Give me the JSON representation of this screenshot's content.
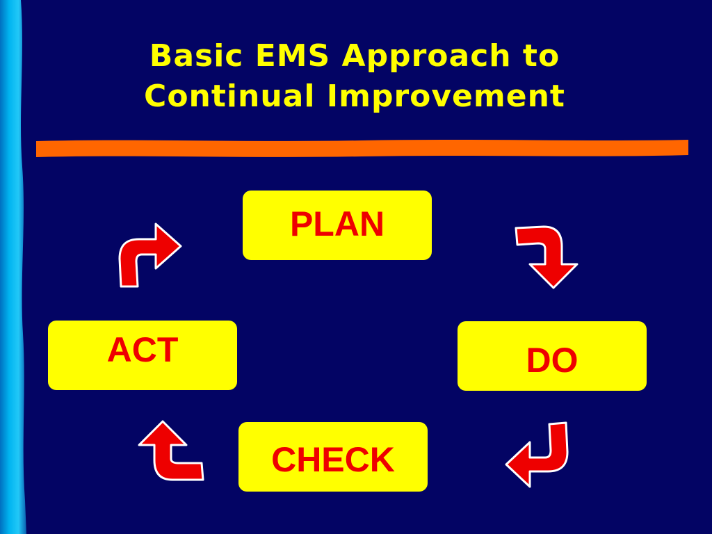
{
  "title": {
    "line1": "Basic EMS Approach to",
    "line2": "Continual Improvement"
  },
  "colors": {
    "background": "#030464",
    "title": "#FFFF00",
    "box_fill": "#FFFF00",
    "box_text": "#EE0000",
    "arrow": "#EE0000",
    "rule": "#FF6600",
    "side_band": "#00A0E0"
  },
  "cycle": {
    "plan": "PLAN",
    "do": "DO",
    "check": "CHECK",
    "act": "ACT"
  },
  "arrows": [
    {
      "name": "plan-to-do-arrow-icon"
    },
    {
      "name": "do-to-check-arrow-icon"
    },
    {
      "name": "check-to-act-arrow-icon"
    },
    {
      "name": "act-to-plan-arrow-icon"
    }
  ]
}
